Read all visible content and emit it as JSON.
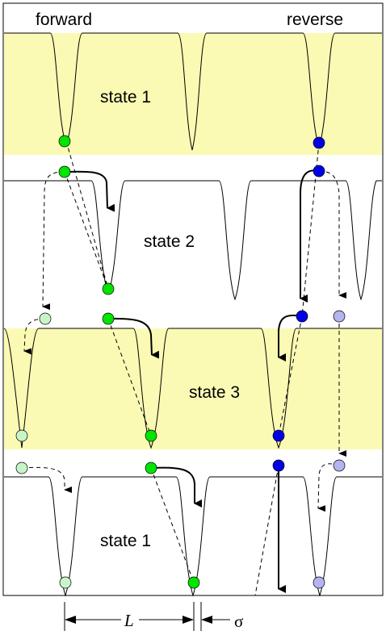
{
  "labels": {
    "forward": "forward",
    "reverse": "reverse",
    "state1_top": "state 1",
    "state2": "state 2",
    "state3": "state 3",
    "state1_bottom": "state 1",
    "L": "L",
    "sigma": "σ"
  },
  "colors": {
    "band": "#fafab4",
    "green": "#00e400",
    "light_green": "#c8f5c8",
    "blue": "#0000e6",
    "light_blue": "#b4b4f0"
  }
}
